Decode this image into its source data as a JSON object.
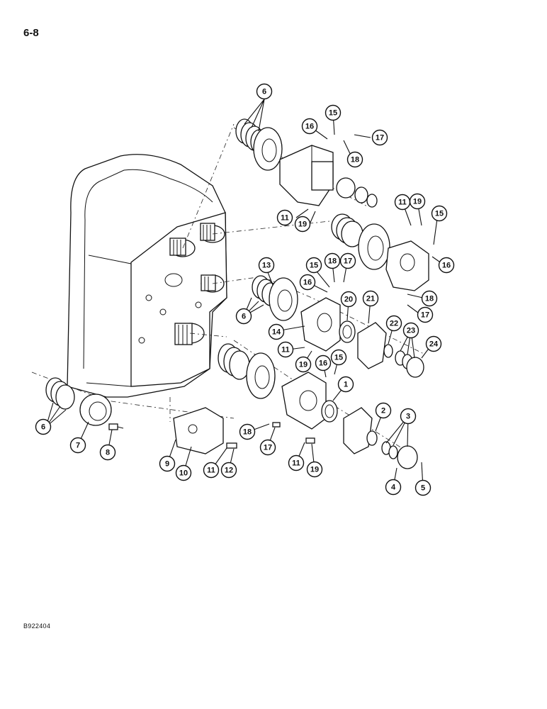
{
  "page": {
    "page_number": "6-8",
    "figure_code": "B922404"
  },
  "callouts": [
    {
      "id": "c6a",
      "label": "6"
    },
    {
      "id": "c15a",
      "label": "15"
    },
    {
      "id": "c16a",
      "label": "16"
    },
    {
      "id": "c17a",
      "label": "17"
    },
    {
      "id": "c18a",
      "label": "18"
    },
    {
      "id": "c11a",
      "label": "11"
    },
    {
      "id": "c19a",
      "label": "19"
    },
    {
      "id": "c11b",
      "label": "11"
    },
    {
      "id": "c19b",
      "label": "19"
    },
    {
      "id": "c15b",
      "label": "15"
    },
    {
      "id": "c16b",
      "label": "16"
    },
    {
      "id": "c18b",
      "label": "18"
    },
    {
      "id": "c17b",
      "label": "17"
    },
    {
      "id": "c13",
      "label": "13"
    },
    {
      "id": "c6b",
      "label": "6"
    },
    {
      "id": "c15c",
      "label": "15"
    },
    {
      "id": "c18c",
      "label": "18"
    },
    {
      "id": "c17c",
      "label": "17"
    },
    {
      "id": "c16c",
      "label": "16"
    },
    {
      "id": "c20",
      "label": "20"
    },
    {
      "id": "c21",
      "label": "21"
    },
    {
      "id": "c14",
      "label": "14"
    },
    {
      "id": "c22",
      "label": "22"
    },
    {
      "id": "c23",
      "label": "23"
    },
    {
      "id": "c24",
      "label": "24"
    },
    {
      "id": "c11c",
      "label": "11"
    },
    {
      "id": "c19c",
      "label": "19"
    },
    {
      "id": "c16d",
      "label": "16"
    },
    {
      "id": "c15d",
      "label": "15"
    },
    {
      "id": "c1",
      "label": "1"
    },
    {
      "id": "c6c",
      "label": "6"
    },
    {
      "id": "c7",
      "label": "7"
    },
    {
      "id": "c8",
      "label": "8"
    },
    {
      "id": "c2",
      "label": "2"
    },
    {
      "id": "c3",
      "label": "3"
    },
    {
      "id": "c18d",
      "label": "18"
    },
    {
      "id": "c17d",
      "label": "17"
    },
    {
      "id": "c11d",
      "label": "11"
    },
    {
      "id": "c19d",
      "label": "19"
    },
    {
      "id": "c9",
      "label": "9"
    },
    {
      "id": "c10",
      "label": "10"
    },
    {
      "id": "c11e",
      "label": "11"
    },
    {
      "id": "c12",
      "label": "12"
    },
    {
      "id": "c4",
      "label": "4"
    },
    {
      "id": "c5",
      "label": "5"
    }
  ]
}
